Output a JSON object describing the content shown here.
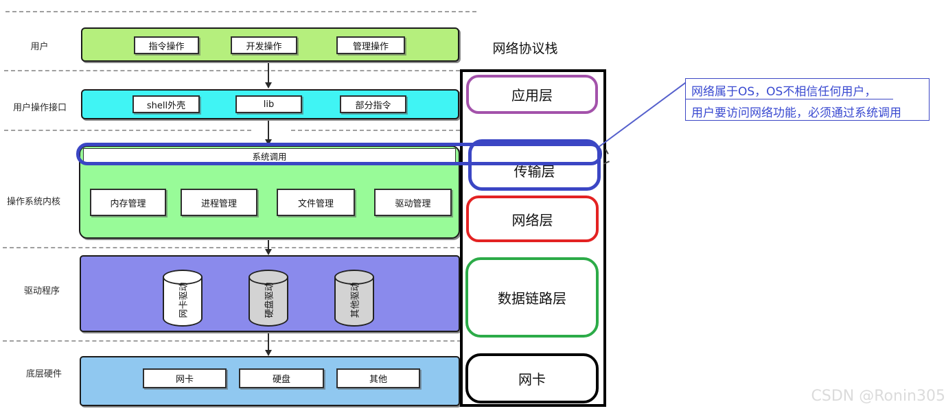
{
  "diagram": {
    "left_labels": {
      "user": "用户",
      "user_interface": "用户操作接口",
      "os_kernel": "操作系统内核",
      "drivers": "驱动程序",
      "hardware": "底层硬件"
    },
    "user_layer": {
      "boxes": [
        "指令操作",
        "开发操作",
        "管理操作"
      ]
    },
    "interface_layer": {
      "boxes": [
        "shell外壳",
        "lib",
        "部分指令"
      ]
    },
    "kernel_layer": {
      "syscall": "系统调用",
      "boxes": [
        "内存管理",
        "进程管理",
        "文件管理",
        "驱动管理"
      ]
    },
    "driver_layer": {
      "cylinders": [
        "网卡驱动",
        "硬盘驱动",
        "其他驱动"
      ]
    },
    "hardware_layer": {
      "boxes": [
        "网卡",
        "硬盘",
        "其他"
      ]
    },
    "protocol_stack": {
      "title": "网络协议栈",
      "layers": [
        "应用层",
        "传输层",
        "网络层",
        "数据链路层",
        "网卡"
      ]
    },
    "annotation": {
      "line1": "网络属于OS，OS不相信任何用户，",
      "line2": "用户要访问网络功能，必须通过系统调用"
    },
    "watermark": "CSDN @Ronin305",
    "colors": {
      "user_layer_fill": "#b5ef7d",
      "interface_layer_fill": "#40f4f4",
      "kernel_layer_fill": "#98fb98",
      "driver_layer_fill": "#8a8aec",
      "hardware_layer_fill": "#90c8f0",
      "cylinder_gray": "#d3d3d3",
      "syscall_highlight_ink": "#3b46c4",
      "app_layer_border": "#a352aa",
      "transport_layer_border": "#3b46c4",
      "network_layer_border": "#e32222",
      "datalink_layer_border": "#2cab48",
      "nic_border": "#000000",
      "annotation_text": "#3949d0"
    }
  }
}
